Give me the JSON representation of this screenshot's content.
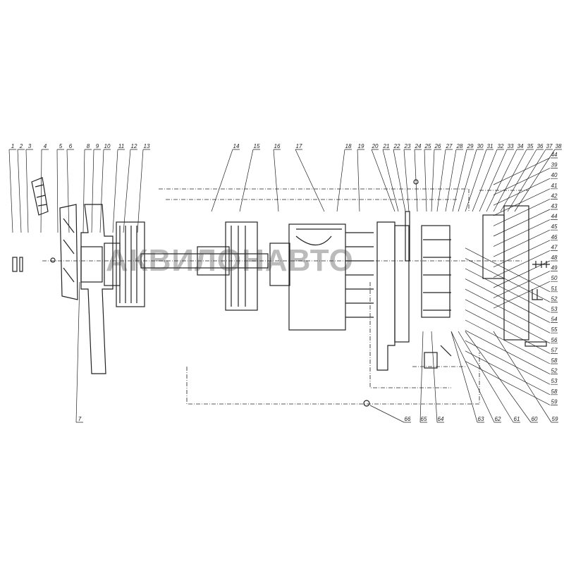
{
  "watermark": "АКВИЛОНАВТО",
  "callouts": {
    "top": [
      "1",
      "2",
      "3",
      "4",
      "5",
      "6",
      "8",
      "9",
      "10",
      "11",
      "12",
      "13",
      "14",
      "15",
      "16",
      "17",
      "18",
      "19",
      "20",
      "21",
      "22",
      "23",
      "24",
      "25",
      "26",
      "27",
      "28",
      "29",
      "30",
      "31",
      "32",
      "33",
      "34",
      "35",
      "36",
      "37",
      "38"
    ],
    "right": [
      "44",
      "39",
      "40",
      "41",
      "42",
      "43",
      "44",
      "45",
      "46",
      "47",
      "48",
      "49",
      "50",
      "51",
      "52",
      "53",
      "54",
      "55",
      "56",
      "57",
      "58",
      "52",
      "53",
      "58",
      "59"
    ],
    "bottom": [
      "7",
      "66",
      "65",
      "64",
      "63",
      "62",
      "61",
      "60",
      "59"
    ]
  },
  "colors": {
    "line": "#222222",
    "fill": "#ffffff"
  }
}
